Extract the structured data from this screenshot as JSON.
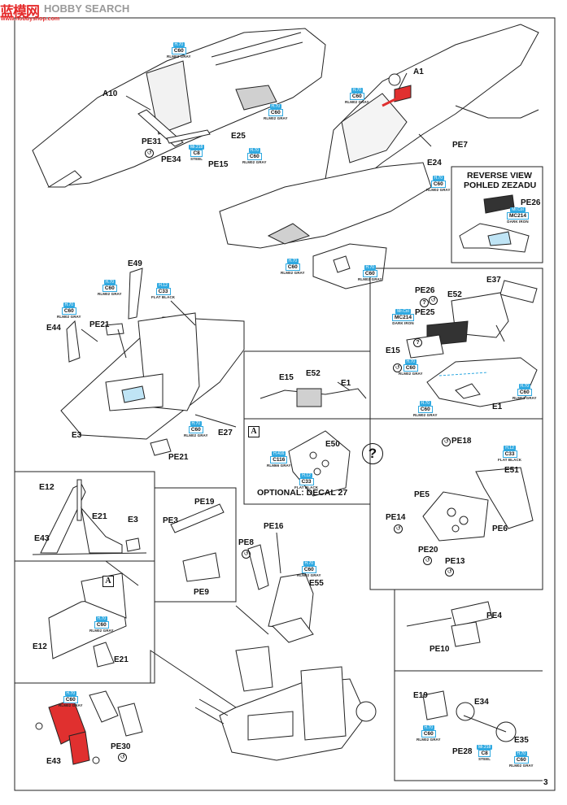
{
  "watermark": {
    "logo": "蓝模网",
    "site": "www.hobbyshop.com",
    "search": "HOBBY SEARCH"
  },
  "page_number": "3",
  "notes": {
    "reverse_view_en": "REVERSE VIEW",
    "reverse_view_cz": "POHLED ZEZADU",
    "optional": "OPTIONAL: DECAL 27",
    "mark_a": "A",
    "question": "?"
  },
  "part_labels": [
    {
      "id": "A10",
      "text": "A10"
    },
    {
      "id": "A1",
      "text": "A1"
    },
    {
      "id": "PE7",
      "text": "PE7"
    },
    {
      "id": "E25",
      "text": "E25"
    },
    {
      "id": "PE31",
      "text": "PE31"
    },
    {
      "id": "PE34",
      "text": "PE34"
    },
    {
      "id": "PE15",
      "text": "PE15"
    },
    {
      "id": "E24",
      "text": "E24"
    },
    {
      "id": "PE26-rev",
      "text": "PE26"
    },
    {
      "id": "E49",
      "text": "E49"
    },
    {
      "id": "E44",
      "text": "E44"
    },
    {
      "id": "PE21-top",
      "text": "PE21"
    },
    {
      "id": "E3-main",
      "text": "E3"
    },
    {
      "id": "E27",
      "text": "E27"
    },
    {
      "id": "PE21-bot",
      "text": "PE21"
    },
    {
      "id": "E37",
      "text": "E37"
    },
    {
      "id": "PE26",
      "text": "PE26"
    },
    {
      "id": "E52-top",
      "text": "E52"
    },
    {
      "id": "PE25",
      "text": "PE25"
    },
    {
      "id": "E15-top",
      "text": "E15"
    },
    {
      "id": "E15-mid",
      "text": "E15"
    },
    {
      "id": "E52-mid",
      "text": "E52"
    },
    {
      "id": "E1-mid",
      "text": "E1"
    },
    {
      "id": "E1-right",
      "text": "E1"
    },
    {
      "id": "E50",
      "text": "E50"
    },
    {
      "id": "PE18",
      "text": "PE18"
    },
    {
      "id": "E51",
      "text": "E51"
    },
    {
      "id": "PE5",
      "text": "PE5"
    },
    {
      "id": "PE14",
      "text": "PE14"
    },
    {
      "id": "PE6",
      "text": "PE6"
    },
    {
      "id": "PE20",
      "text": "PE20"
    },
    {
      "id": "PE13",
      "text": "PE13"
    },
    {
      "id": "E12-top",
      "text": "E12"
    },
    {
      "id": "E21-top",
      "text": "E21"
    },
    {
      "id": "E3-inset",
      "text": "E3"
    },
    {
      "id": "E43-top",
      "text": "E43"
    },
    {
      "id": "PE19",
      "text": "PE19"
    },
    {
      "id": "PE3",
      "text": "PE3"
    },
    {
      "id": "PE9",
      "text": "PE9"
    },
    {
      "id": "PE16",
      "text": "PE16"
    },
    {
      "id": "PE8",
      "text": "PE8"
    },
    {
      "id": "E55",
      "text": "E55"
    },
    {
      "id": "E12-mid",
      "text": "E12"
    },
    {
      "id": "E21-mid",
      "text": "E21"
    },
    {
      "id": "PE4",
      "text": "PE4"
    },
    {
      "id": "PE10",
      "text": "PE10"
    },
    {
      "id": "E43-bot",
      "text": "E43"
    },
    {
      "id": "PE30",
      "text": "PE30"
    },
    {
      "id": "E19",
      "text": "E19"
    },
    {
      "id": "E34",
      "text": "E34"
    },
    {
      "id": "PE28",
      "text": "PE28"
    },
    {
      "id": "E35",
      "text": "E35"
    }
  ],
  "color_callouts": [
    {
      "id": "c1",
      "mr": "H.70",
      "code": "C60",
      "name": "RLM02 GRAY"
    },
    {
      "id": "c2",
      "mr": "H.70",
      "code": "C60",
      "name": "RLM02 GRAY"
    },
    {
      "id": "c3",
      "mr": "H.70",
      "code": "C60",
      "name": "RLM02 GRAY"
    },
    {
      "id": "c4",
      "mr": "Mr.218",
      "code": "C8",
      "name": "STEEL"
    },
    {
      "id": "c5",
      "mr": "H.70",
      "code": "C60",
      "name": "RLM02 GRAY"
    },
    {
      "id": "c6",
      "mr": "H.70",
      "code": "C60",
      "name": "RLM02 GRAY"
    },
    {
      "id": "c7",
      "mr": "H.70",
      "code": "C60",
      "name": "RLM02 GRAY"
    },
    {
      "id": "c8",
      "mr": "H.70",
      "code": "C60",
      "name": "RLM02 GRAY"
    },
    {
      "id": "c9",
      "mr": "Mr.Col",
      "code": "MC214",
      "name": "DARK IRON"
    },
    {
      "id": "c10",
      "mr": "H.70",
      "code": "C60",
      "name": "RLM02 GRAY"
    },
    {
      "id": "c11",
      "mr": "H.12",
      "code": "C33",
      "name": "FLAT BLACK"
    },
    {
      "id": "c12",
      "mr": "H.70",
      "code": "C60",
      "name": "RLM02 GRAY"
    },
    {
      "id": "c13",
      "mr": "H.70",
      "code": "C60",
      "name": "RLM02 GRAY"
    },
    {
      "id": "c14",
      "mr": "Mr.Col",
      "code": "MC214",
      "name": "DARK IRON"
    },
    {
      "id": "c15",
      "mr": "H.70",
      "code": "C60",
      "name": "RLM02 GRAY"
    },
    {
      "id": "c16",
      "mr": "H.70",
      "code": "C60",
      "name": "RLM02 GRAY"
    },
    {
      "id": "c17",
      "mr": "H.70",
      "code": "C60",
      "name": "RLM02 GRAY"
    },
    {
      "id": "c18",
      "mr": "H.416",
      "code": "C116",
      "name": "RLM66 GRAY"
    },
    {
      "id": "c19",
      "mr": "H.12",
      "code": "C33",
      "name": "FLAT BLACK"
    },
    {
      "id": "c20",
      "mr": "H.12",
      "code": "C33",
      "name": "FLAT BLACK"
    },
    {
      "id": "c21",
      "mr": "H.70",
      "code": "C60",
      "name": "RLM02 GRAY"
    },
    {
      "id": "c22",
      "mr": "H.70",
      "code": "C60",
      "name": "RLM02 GRAY"
    },
    {
      "id": "c23",
      "mr": "H.70",
      "code": "C60",
      "name": "RLM02 GRAY"
    },
    {
      "id": "c24",
      "mr": "H.70",
      "code": "C60",
      "name": "RLM02 GRAY"
    },
    {
      "id": "c25",
      "mr": "Mr.218",
      "code": "C8",
      "name": "STEEL"
    },
    {
      "id": "c26",
      "mr": "H.70",
      "code": "C60",
      "name": "RLM02 GRAY"
    }
  ],
  "colors": {
    "accent_blue": "#2fa9e1",
    "highlight_red": "#e0302f",
    "line": "#222222",
    "shade": "#c8c8c8"
  }
}
